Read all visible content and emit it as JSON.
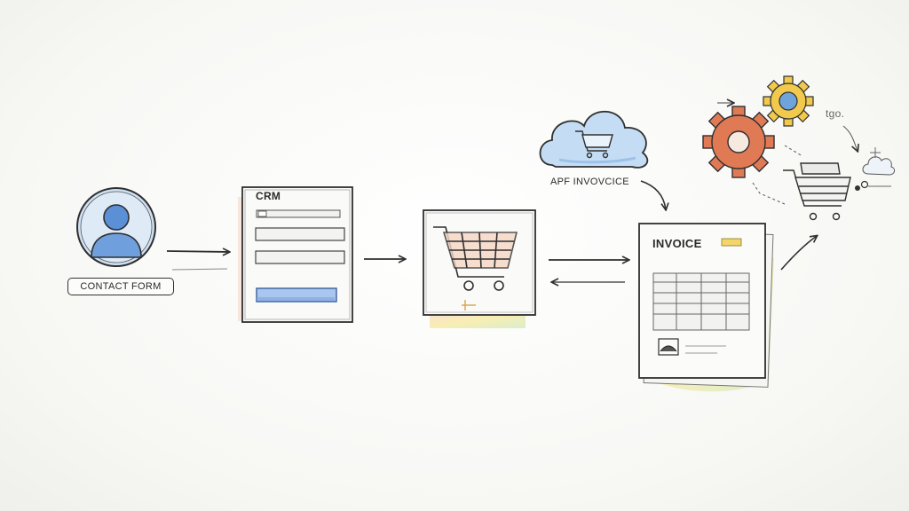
{
  "labels": {
    "contact_form": "CONTACT FORM",
    "crm": "CRM",
    "api_invoice": "APF INVOVCICE",
    "invoice": "INVOICE",
    "corner_tag": "tgo."
  },
  "colors": {
    "ink": "#2f2f2f",
    "avatar_blue": "#5b8fd6",
    "cloud_blue": "#9cc3ea",
    "gear_orange": "#e07a55",
    "gear_yellow": "#f1c94c",
    "highlight_yellow": "#f3e27a",
    "highlight_green": "#bfe3a4"
  },
  "icons": [
    "user-avatar-icon",
    "shopping-cart-icon",
    "cloud-cart-icon",
    "gear-icon",
    "arrow-right-icon",
    "arrow-left-icon"
  ]
}
